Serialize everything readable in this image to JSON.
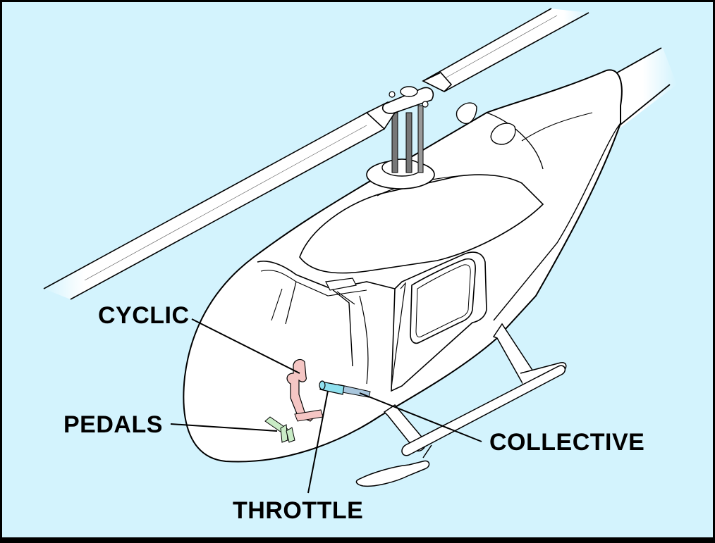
{
  "labels": {
    "cyclic": "CYCLIC",
    "pedals": "PEDALS",
    "collective": "COLLECTIVE",
    "throttle": "THROTTLE"
  },
  "colors": {
    "sky": "#d3f3fd",
    "frame": "#000000",
    "body": "#ffffff",
    "outline": "#000000",
    "cyclic": "#f5c6c4",
    "pedals": "#c9ecc6",
    "collective_grip": "#8fe0ee",
    "collective_shaft": "#a9c6dc",
    "mast": "#777777"
  }
}
